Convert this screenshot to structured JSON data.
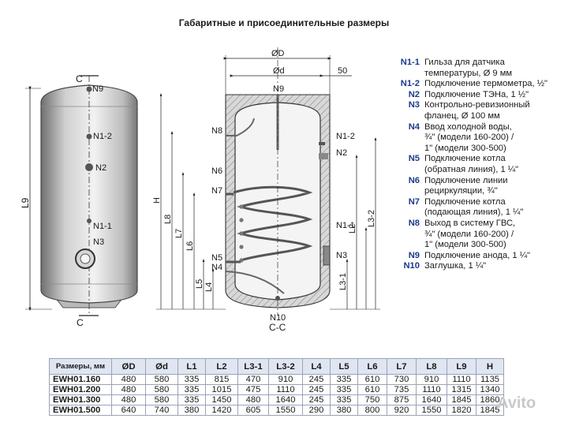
{
  "title": "Габаритные и присоединительные размеры",
  "left_drawing": {
    "section_top": "C",
    "section_bottom": "C",
    "height_label": "L9",
    "connectors": [
      "N9",
      "N1-2",
      "N2",
      "N1-1",
      "N3"
    ]
  },
  "right_drawing": {
    "outer_diameter": "ØD",
    "inner_diameter": "Ød",
    "offset": "50",
    "section_label": "C-C",
    "height_label": "H",
    "connectors_left": [
      "N8",
      "N6",
      "N7",
      "N5",
      "N4"
    ],
    "connectors_top": "N9",
    "connectors_right": [
      "N1-2",
      "N2",
      "N1-1",
      "N3"
    ],
    "connector_bottom": "N10",
    "dimensions": [
      "L8",
      "L7",
      "L6",
      "L5",
      "L4",
      "L3-1",
      "L2",
      "L3-2"
    ]
  },
  "legend": [
    {
      "code": "N1-1",
      "lines": [
        "Гильза для датчика",
        "температуры, Ø 9 мм"
      ]
    },
    {
      "code": "N1-2",
      "lines": [
        "Подключение термометра, ½\""
      ]
    },
    {
      "code": "N2",
      "lines": [
        "Подключение ТЭНа, 1 ½\""
      ]
    },
    {
      "code": "N3",
      "lines": [
        "Контрольно-ревизионный",
        "фланец, Ø 100 мм"
      ]
    },
    {
      "code": "N4",
      "lines": [
        "Ввод холодной воды,",
        "¾\" (модели 160-200) /",
        "1\" (модели 300-500)"
      ]
    },
    {
      "code": "N5",
      "lines": [
        "Подключение котла",
        "(обратная линия), 1 ¼\""
      ]
    },
    {
      "code": "N6",
      "lines": [
        "Подключение линии",
        "рециркуляции, ¾\""
      ]
    },
    {
      "code": "N7",
      "lines": [
        "Подключение котла",
        "(подающая линия), 1 ¼\""
      ]
    },
    {
      "code": "N8",
      "lines": [
        "Выход в систему ГВС,",
        "¾\" (модели 160-200) /",
        "1\" (модели 300-500)"
      ]
    },
    {
      "code": "N9",
      "lines": [
        "Подключение анода, 1 ¼\""
      ]
    },
    {
      "code": "N10",
      "lines": [
        "Заглушка, 1 ¼\""
      ]
    }
  ],
  "table": {
    "header_model": "Размеры, мм",
    "columns": [
      "ØD",
      "Ød",
      "L1",
      "L2",
      "L3-1",
      "L3-2",
      "L4",
      "L5",
      "L6",
      "L7",
      "L8",
      "L9",
      "H"
    ],
    "rows": [
      {
        "model": "EWH01.160",
        "values": [
          "480",
          "580",
          "335",
          "815",
          "470",
          "910",
          "245",
          "335",
          "610",
          "730",
          "910",
          "1110",
          "1135"
        ]
      },
      {
        "model": "EWH01.200",
        "values": [
          "480",
          "580",
          "335",
          "1015",
          "475",
          "1110",
          "245",
          "335",
          "610",
          "735",
          "1110",
          "1315",
          "1340"
        ]
      },
      {
        "model": "EWH01.300",
        "values": [
          "480",
          "580",
          "335",
          "1450",
          "480",
          "1640",
          "245",
          "335",
          "750",
          "875",
          "1640",
          "1845",
          "1860"
        ]
      },
      {
        "model": "EWH01.500",
        "values": [
          "640",
          "740",
          "380",
          "1420",
          "605",
          "1550",
          "290",
          "380",
          "800",
          "920",
          "1550",
          "1820",
          "1845"
        ]
      }
    ]
  },
  "watermark": "Avito"
}
